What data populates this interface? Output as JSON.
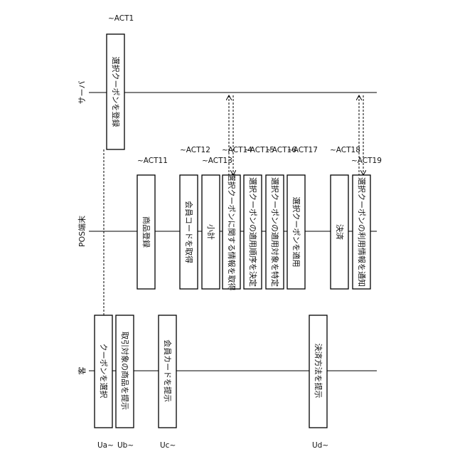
{
  "lanes": {
    "server": "サーバ",
    "pos": "POS端末",
    "customer": "客"
  },
  "acts": {
    "act1": {
      "tag": "~ACT1",
      "label": "選択クーポンを登録"
    },
    "act11": {
      "tag": "~ACT11",
      "label": "商品登録"
    },
    "act12": {
      "tag": "~ACT12",
      "label": "会員コードを取得"
    },
    "act13": {
      "tag": "~ACT13",
      "label": "小計"
    },
    "act14": {
      "tag": "~ACT14",
      "label": "選択クーポンに関する情報を取得"
    },
    "act15": {
      "tag": "~ACT15",
      "label": "選択クーポンの適用順序を決定"
    },
    "act16": {
      "tag": "~ACT16",
      "label": "選択クーポンの適用対象を特定"
    },
    "act17": {
      "tag": "~ACT17",
      "label": "選択クーポンを適用"
    },
    "act18": {
      "tag": "~ACT18",
      "label": "決済"
    },
    "act19": {
      "tag": "~ACT19",
      "label": "選択クーポンの利用情報を通知"
    }
  },
  "customer_steps": {
    "ua": {
      "tag": "Ua~",
      "label": "クーポンを選択"
    },
    "ub": {
      "tag": "Ub~",
      "label": "取引対象の商品を提示"
    },
    "uc": {
      "tag": "Uc~",
      "label": "会員カードを提示"
    },
    "ud": {
      "tag": "Ud~",
      "label": "決済方法を提示"
    }
  }
}
